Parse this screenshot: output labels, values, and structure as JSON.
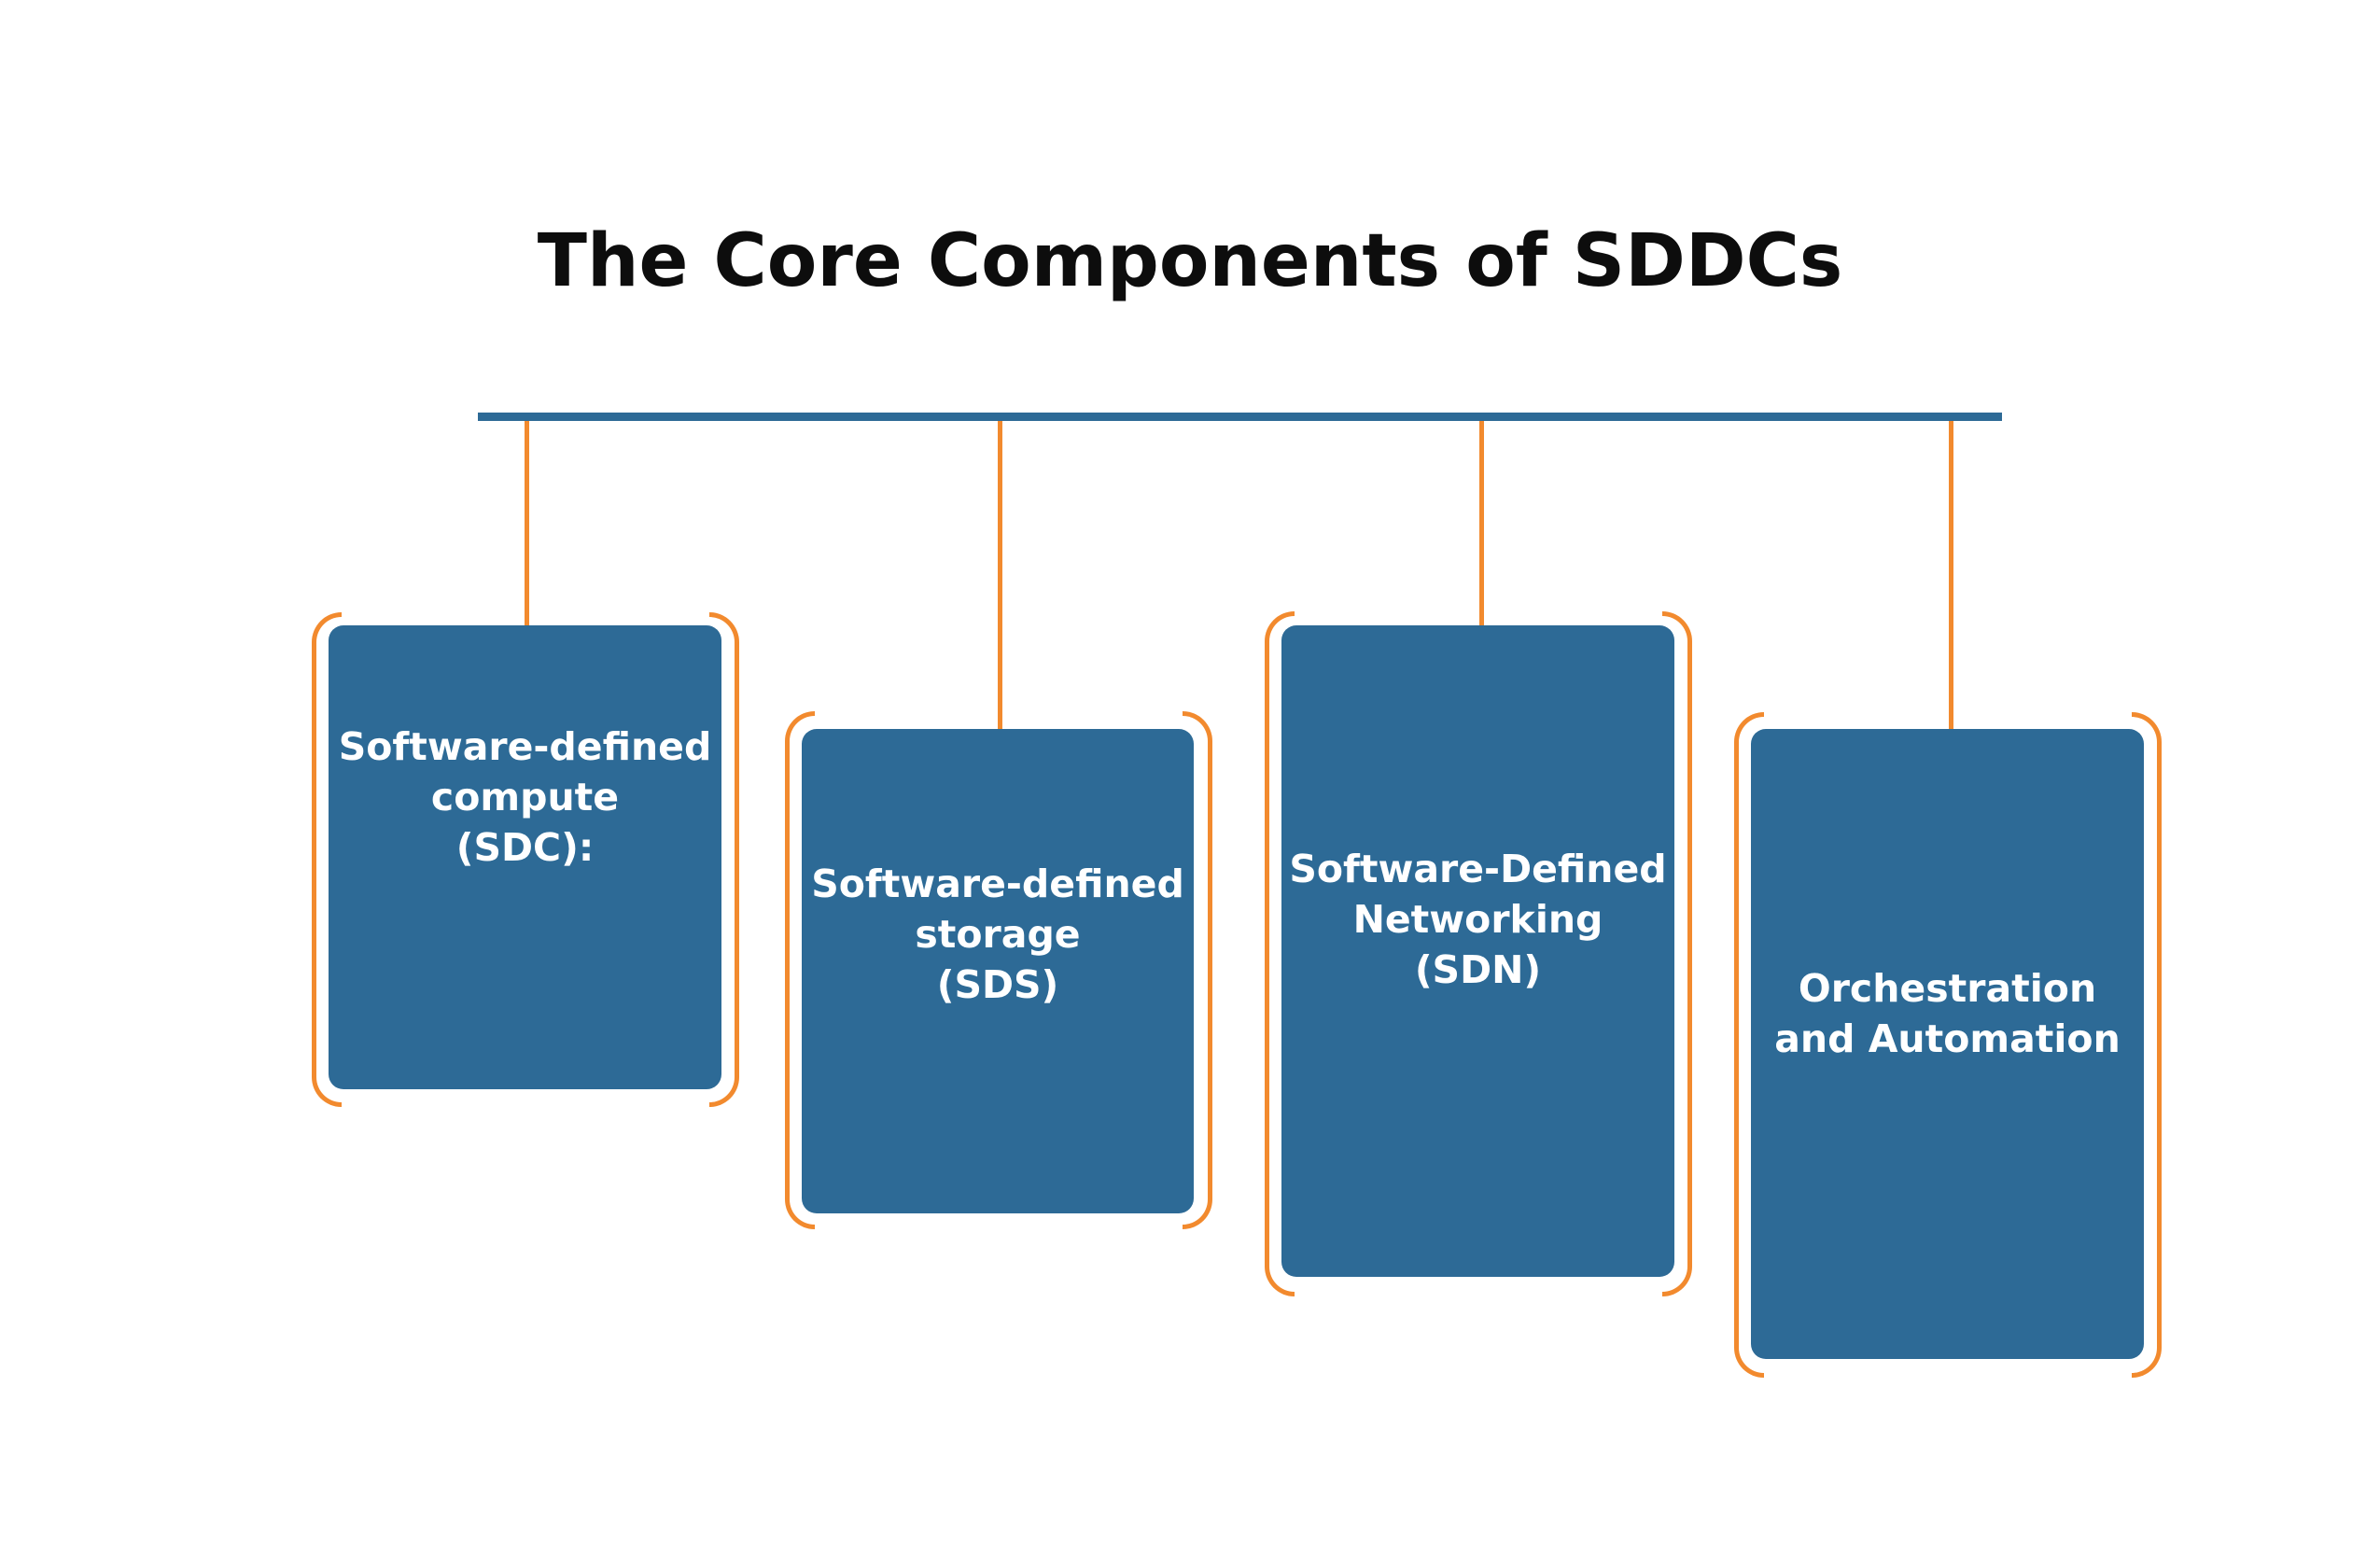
{
  "diagram": {
    "title": "The Core Components of SDDCs",
    "components": [
      {
        "label": "Software-defined\ncompute\n(SDC):"
      },
      {
        "label": "Software-defined\nstorage\n(SDS)"
      },
      {
        "label": "Software-Defined\nNetworking\n(SDN)"
      },
      {
        "label": "Orchestration\nand Automation"
      }
    ]
  },
  "colors": {
    "box_fill": "#2d6a96",
    "bus_line": "#2d6a96",
    "accent_orange": "#f28a2e",
    "title_text": "#0d0d0d",
    "box_text": "#ffffff"
  }
}
